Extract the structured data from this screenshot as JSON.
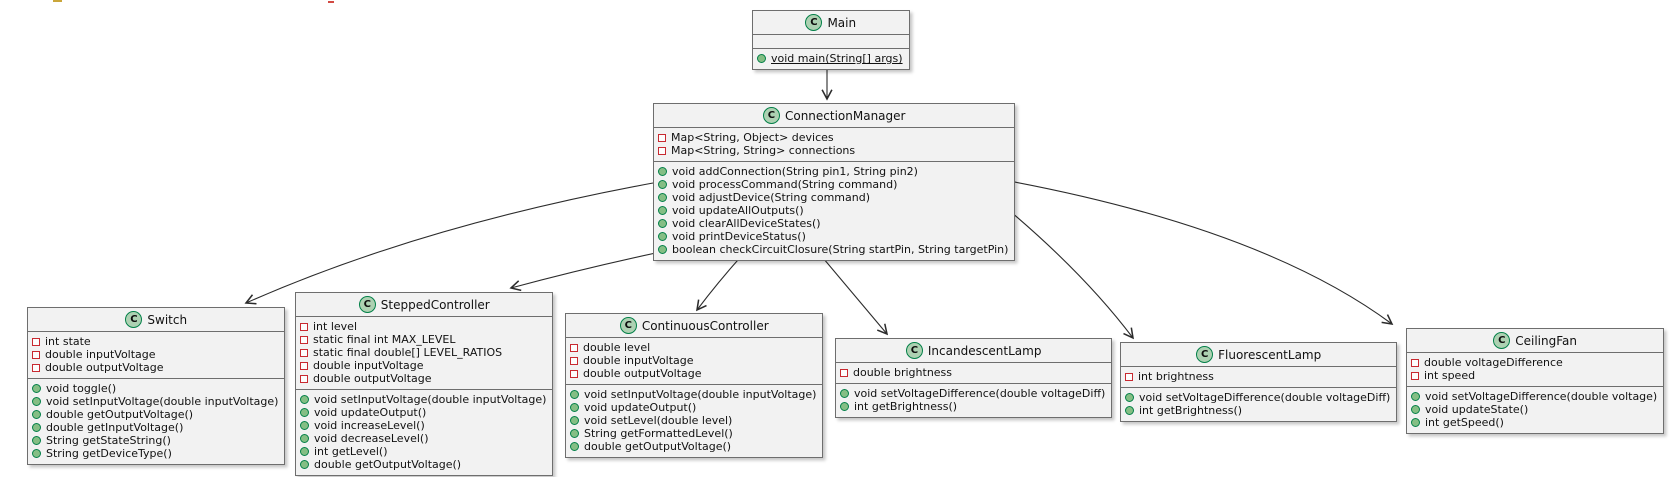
{
  "diagram": {
    "type": "uml-class-diagram",
    "class_icon_letter": "C",
    "colors": {
      "background": "#ffffff",
      "box_fill": "#f2f2f2",
      "box_border": "#6e6e6e",
      "class_icon_fill": "#ADD1B2",
      "class_icon_border": "#038048",
      "private_field_icon_border": "#C82930",
      "public_method_icon_fill": "#84BE84",
      "public_method_icon_border": "#038048",
      "relation_line": "#2b2b2b"
    },
    "classes": [
      {
        "id": "main",
        "name": "Main",
        "fields": [],
        "methods": [
          {
            "visibility": "public",
            "text": "void main(String[] args)",
            "underline": true
          }
        ]
      },
      {
        "id": "connectionmanager",
        "name": "ConnectionManager",
        "fields": [
          {
            "visibility": "private",
            "text": "Map<String, Object> devices"
          },
          {
            "visibility": "private",
            "text": "Map<String, String> connections"
          }
        ],
        "methods": [
          {
            "visibility": "public",
            "text": "void addConnection(String pin1, String pin2)"
          },
          {
            "visibility": "public",
            "text": "void processCommand(String command)"
          },
          {
            "visibility": "public",
            "text": "void adjustDevice(String command)"
          },
          {
            "visibility": "public",
            "text": "void updateAllOutputs()"
          },
          {
            "visibility": "public",
            "text": "void clearAllDeviceStates()"
          },
          {
            "visibility": "public",
            "text": "void printDeviceStatus()"
          },
          {
            "visibility": "public",
            "text": "boolean checkCircuitClosure(String startPin, String targetPin)"
          }
        ]
      },
      {
        "id": "switch",
        "name": "Switch",
        "fields": [
          {
            "visibility": "private",
            "text": "int state"
          },
          {
            "visibility": "private",
            "text": "double inputVoltage"
          },
          {
            "visibility": "private",
            "text": "double outputVoltage"
          }
        ],
        "methods": [
          {
            "visibility": "public",
            "text": "void toggle()"
          },
          {
            "visibility": "public",
            "text": "void setInputVoltage(double inputVoltage)"
          },
          {
            "visibility": "public",
            "text": "double getOutputVoltage()"
          },
          {
            "visibility": "public",
            "text": "double getInputVoltage()"
          },
          {
            "visibility": "public",
            "text": "String getStateString()"
          },
          {
            "visibility": "public",
            "text": "String getDeviceType()"
          }
        ]
      },
      {
        "id": "steppedcontroller",
        "name": "SteppedController",
        "fields": [
          {
            "visibility": "private",
            "text": "int level"
          },
          {
            "visibility": "private",
            "text": "static final int MAX_LEVEL"
          },
          {
            "visibility": "private",
            "text": "static final double[] LEVEL_RATIOS"
          },
          {
            "visibility": "private",
            "text": "double inputVoltage"
          },
          {
            "visibility": "private",
            "text": "double outputVoltage"
          }
        ],
        "methods": [
          {
            "visibility": "public",
            "text": "void setInputVoltage(double inputVoltage)"
          },
          {
            "visibility": "public",
            "text": "void updateOutput()"
          },
          {
            "visibility": "public",
            "text": "void increaseLevel()"
          },
          {
            "visibility": "public",
            "text": "void decreaseLevel()"
          },
          {
            "visibility": "public",
            "text": "int getLevel()"
          },
          {
            "visibility": "public",
            "text": "double getOutputVoltage()"
          }
        ]
      },
      {
        "id": "continuouscontroller",
        "name": "ContinuousController",
        "fields": [
          {
            "visibility": "private",
            "text": "double level"
          },
          {
            "visibility": "private",
            "text": "double inputVoltage"
          },
          {
            "visibility": "private",
            "text": "double outputVoltage"
          }
        ],
        "methods": [
          {
            "visibility": "public",
            "text": "void setInputVoltage(double inputVoltage)"
          },
          {
            "visibility": "public",
            "text": "void updateOutput()"
          },
          {
            "visibility": "public",
            "text": "void setLevel(double level)"
          },
          {
            "visibility": "public",
            "text": "String getFormattedLevel()"
          },
          {
            "visibility": "public",
            "text": "double getOutputVoltage()"
          }
        ]
      },
      {
        "id": "incandescentlamp",
        "name": "IncandescentLamp",
        "fields": [
          {
            "visibility": "private",
            "text": "double brightness"
          }
        ],
        "methods": [
          {
            "visibility": "public",
            "text": "void setVoltageDifference(double voltageDiff)"
          },
          {
            "visibility": "public",
            "text": "int getBrightness()"
          }
        ]
      },
      {
        "id": "fluorescentlamp",
        "name": "FluorescentLamp",
        "fields": [
          {
            "visibility": "private",
            "text": "int brightness"
          }
        ],
        "methods": [
          {
            "visibility": "public",
            "text": "void setVoltageDifference(double voltageDiff)"
          },
          {
            "visibility": "public",
            "text": "int getBrightness()"
          }
        ]
      },
      {
        "id": "ceilingfan",
        "name": "CeilingFan",
        "fields": [
          {
            "visibility": "private",
            "text": "double voltageDifference"
          },
          {
            "visibility": "private",
            "text": "int speed"
          }
        ],
        "methods": [
          {
            "visibility": "public",
            "text": "void setVoltageDifference(double voltage)"
          },
          {
            "visibility": "public",
            "text": "void updateState()"
          },
          {
            "visibility": "public",
            "text": "int getSpeed()"
          }
        ]
      }
    ],
    "relations": [
      {
        "from": "Main",
        "to": "ConnectionManager"
      },
      {
        "from": "ConnectionManager",
        "to": "Switch"
      },
      {
        "from": "ConnectionManager",
        "to": "SteppedController"
      },
      {
        "from": "ConnectionManager",
        "to": "ContinuousController"
      },
      {
        "from": "ConnectionManager",
        "to": "IncandescentLamp"
      },
      {
        "from": "ConnectionManager",
        "to": "FluorescentLamp"
      },
      {
        "from": "ConnectionManager",
        "to": "CeilingFan"
      }
    ]
  }
}
